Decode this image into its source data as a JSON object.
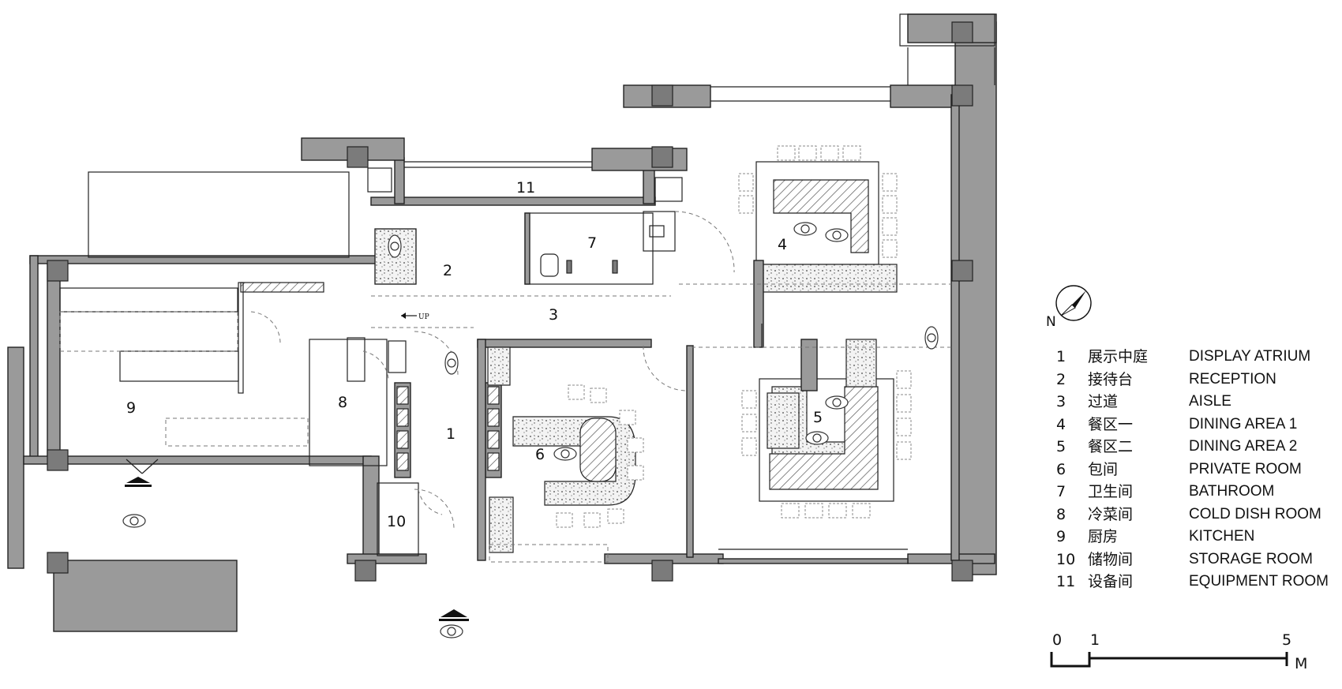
{
  "rooms": [
    {
      "num": "1"
    },
    {
      "num": "2"
    },
    {
      "num": "3"
    },
    {
      "num": "4"
    },
    {
      "num": "5"
    },
    {
      "num": "6"
    },
    {
      "num": "7"
    },
    {
      "num": "8"
    },
    {
      "num": "9"
    },
    {
      "num": "10"
    },
    {
      "num": "11"
    }
  ],
  "up_label": "UP",
  "north_label": "N",
  "legend": [
    {
      "num": "1",
      "zh": "展示中庭",
      "en": "DISPLAY ATRIUM"
    },
    {
      "num": "2",
      "zh": "接待台",
      "en": "RECEPTION"
    },
    {
      "num": "3",
      "zh": "过道",
      "en": "AISLE"
    },
    {
      "num": "4",
      "zh": "餐区一",
      "en": "DINING AREA 1"
    },
    {
      "num": "5",
      "zh": "餐区二",
      "en": "DINING AREA 2"
    },
    {
      "num": "6",
      "zh": "包间",
      "en": "PRIVATE ROOM"
    },
    {
      "num": "7",
      "zh": "卫生间",
      "en": "BATHROOM"
    },
    {
      "num": "8",
      "zh": "冷菜间",
      "en": "COLD DISH ROOM"
    },
    {
      "num": "9",
      "zh": "厨房",
      "en": "KITCHEN"
    },
    {
      "num": "10",
      "zh": "储物间",
      "en": "STORAGE ROOM"
    },
    {
      "num": "11",
      "zh": "设备间",
      "en": "EQUIPMENT ROOM"
    }
  ],
  "scale_bar": {
    "tick_0": "0",
    "tick_1": "1",
    "tick_5": "5",
    "unit": "M"
  },
  "colors": {
    "wall": "#9a9a9a",
    "column": "#7b7b7b",
    "line": "#222222"
  }
}
